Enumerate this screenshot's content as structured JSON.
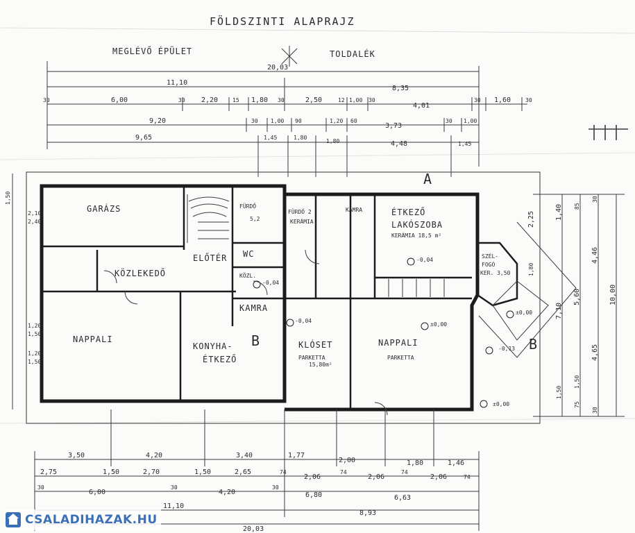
{
  "header": {
    "title": "FÖLDSZINTI ALAPRAJZ",
    "existing": "MEGLÉVŐ ÉPÜLET",
    "extension": "TOLDALÉK"
  },
  "rooms": {
    "garazs": "GARÁZS",
    "furdo1": "FÜRDŐ",
    "furdo1_sub": "5,2",
    "furdo2": "FÜRDŐ 2",
    "kerama": "KERÁMIA",
    "kamra_small": "KAMRA",
    "etkezo": "ÉTKEZŐ",
    "lakoszoba": "LAKÓSZOBA",
    "kerama2": "KERÁMIA 18,5 m²",
    "eloter": "ELŐTÉR",
    "wc": "WC",
    "kozlekedo": "KÖZLEKEDŐ",
    "kozl": "KÖZL.",
    "kamra": "KAMRA",
    "nappali1": "NAPPALI",
    "konyha": "KONYHA-",
    "konyha2": "ÉTKEZŐ",
    "kloset": "KLÓSET",
    "parketta1": "PARKETTA",
    "parketta1_area": "15,80m²",
    "nappali2": "NAPPALI",
    "parketta2": "PARKETTA",
    "szelfogo": "SZÉL-",
    "szelfogo2": "FOGÓ",
    "szelfogo3": "KER. 3,50"
  },
  "section_marks": {
    "a": "A",
    "b1": "B",
    "b2": "B"
  },
  "levels": {
    "l1": "-0,04",
    "l2": "-0,13",
    "l3": "-0,04",
    "l4": "±0,00",
    "l5": "-0,04",
    "l6": "±0,00",
    "l7": "±0,00"
  },
  "top_dims": {
    "row1": [
      "20,03"
    ],
    "row2": [
      "11,10",
      "8,35"
    ],
    "row3": [
      "30",
      "6,00",
      "30",
      "2,20",
      "15",
      "1,80",
      "30",
      "2,50",
      "12",
      "1,00",
      "30",
      "4,01",
      "30",
      "1,60",
      "30"
    ],
    "row4": [
      "9,20",
      "30",
      "1,00",
      "90",
      "1,20",
      "60",
      "3,73",
      "30",
      "1,00"
    ],
    "row5": [
      "9,65",
      "1,45",
      "1,80",
      "1,80",
      "4,48",
      "1,45"
    ]
  },
  "bottom_dims": {
    "row1": [
      "3,50",
      "4,20",
      "3,40",
      "1,77",
      "2,00",
      "1,80",
      "1,46"
    ],
    "row2": [
      "2,75",
      "1,50",
      "2,70",
      "1,50",
      "2,65",
      "74",
      "2,06",
      "74",
      "2,06",
      "74",
      "2,06",
      "74"
    ],
    "row3": [
      "30",
      "6,00",
      "30",
      "4,20",
      "30",
      "6,80",
      "6,63"
    ],
    "row4": [
      "11,10",
      "8,93"
    ],
    "row5": [
      "20,03"
    ]
  },
  "right_dims": [
    "2,25",
    "1,40",
    "85",
    "30",
    "4,46",
    "10,00",
    "7,10",
    "5,60",
    "4,65",
    "1,80",
    "1,50",
    "1,50",
    "75",
    "30"
  ],
  "left_dims": [
    "1,50",
    "2,10",
    "2,40",
    "1,20",
    "1,50",
    "1,20",
    "1,50"
  ],
  "watermark": {
    "text": "CSALADIHAZAK.HU"
  }
}
